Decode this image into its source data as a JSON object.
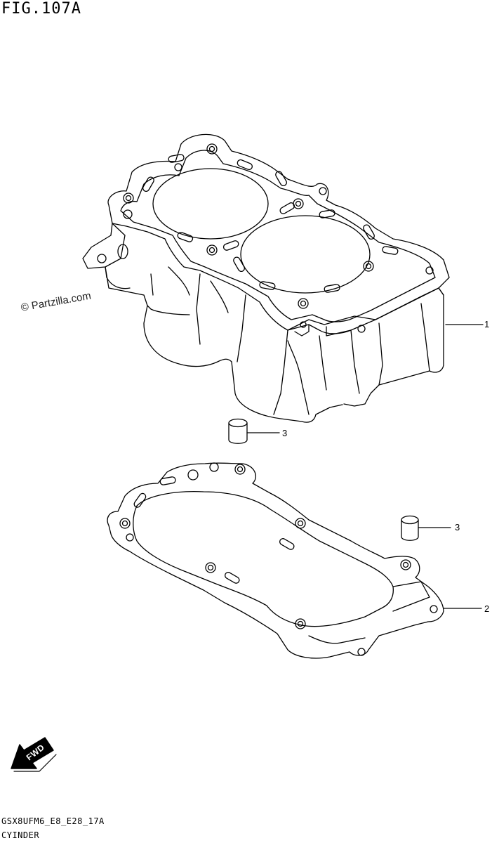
{
  "figure": {
    "title": "FIG.107A",
    "watermark": "© Partzilla.com",
    "model_code": "GSX8UFM6_E8_E28_17A",
    "section_name": "CYINDER",
    "fwd_label": "FWD"
  },
  "callouts": [
    {
      "number": "1",
      "part": "cylinder"
    },
    {
      "number": "2",
      "part": "cylinder-base-gasket"
    },
    {
      "number": "3",
      "part": "dowel-pin"
    },
    {
      "number": "3",
      "part": "dowel-pin"
    }
  ]
}
